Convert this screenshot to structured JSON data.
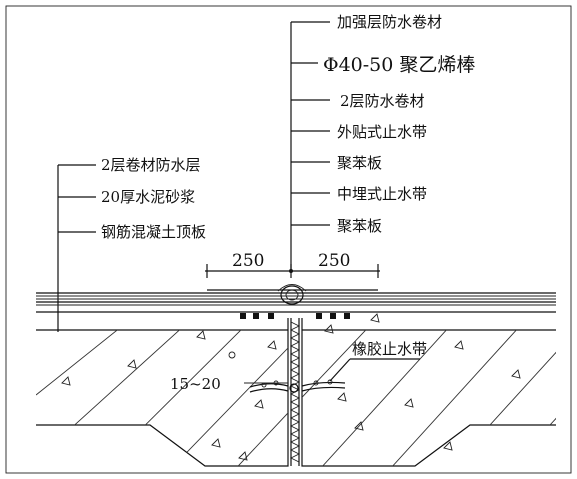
{
  "labels_top": [
    "加强层防水卷材",
    "Φ40-50 聚乙烯棒",
    "2层防水卷材",
    "外贴式止水带",
    "聚苯板",
    "中埋式止水带",
    "聚苯板"
  ],
  "labels_left": [
    "2层卷材防水层",
    "20厚水泥砂浆",
    "钢筋混凝土顶板"
  ],
  "dimensions": {
    "left": "250",
    "right": "250"
  },
  "annotations": {
    "rubber_waterstop": "橡胶止水带",
    "gap_width": "15~20"
  },
  "colors": {
    "line": "#111111",
    "background": "#ffffff"
  }
}
